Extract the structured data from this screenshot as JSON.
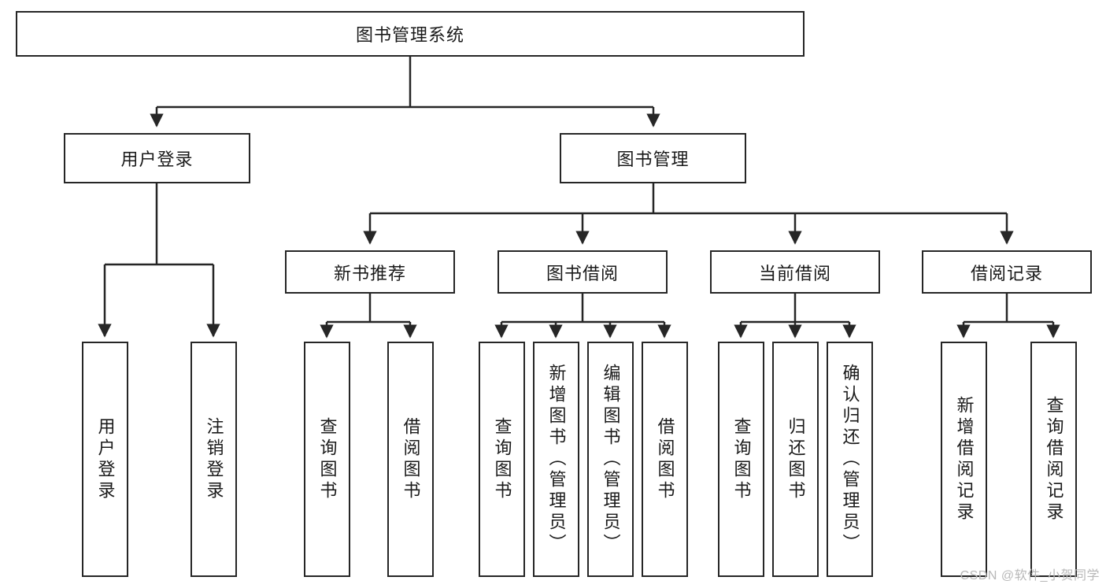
{
  "diagram": {
    "type": "tree-hierarchy-diagram",
    "title": "图书管理系统",
    "orientation": "top-down",
    "colors": {
      "box_border": "#262626",
      "box_fill": "#ffffff",
      "connector": "#262626",
      "text": "#1a1a1a",
      "watermark": "#b8b8b8",
      "background": "#ffffff"
    },
    "root": {
      "label": "图书管理系统",
      "orientation": "horizontal"
    },
    "level2": [
      {
        "id": "user-login",
        "label": "用户登录",
        "orientation": "horizontal"
      },
      {
        "id": "book-management",
        "label": "图书管理",
        "orientation": "horizontal"
      }
    ],
    "level3": [
      {
        "id": "new-book-recommend",
        "label": "新书推荐",
        "orientation": "horizontal",
        "parent": "book-management"
      },
      {
        "id": "book-borrow",
        "label": "图书借阅",
        "orientation": "horizontal",
        "parent": "book-management"
      },
      {
        "id": "current-borrow",
        "label": "当前借阅",
        "orientation": "horizontal",
        "parent": "book-management"
      },
      {
        "id": "borrow-record",
        "label": "借阅记录",
        "orientation": "horizontal",
        "parent": "book-management"
      }
    ],
    "leaves": [
      {
        "id": "leaf-user-login",
        "label": "用户登录",
        "orientation": "vertical",
        "parent": "user-login"
      },
      {
        "id": "leaf-logout",
        "label": "注销登录",
        "orientation": "vertical",
        "parent": "user-login"
      },
      {
        "id": "leaf-query-book-1",
        "label": "查询图书",
        "orientation": "vertical",
        "parent": "new-book-recommend"
      },
      {
        "id": "leaf-borrow-book-1",
        "label": "借阅图书",
        "orientation": "vertical",
        "parent": "new-book-recommend"
      },
      {
        "id": "leaf-query-book-2",
        "label": "查询图书",
        "orientation": "vertical",
        "parent": "book-borrow"
      },
      {
        "id": "leaf-add-book",
        "label": "新增图书（管理员）",
        "orientation": "vertical",
        "parent": "book-borrow"
      },
      {
        "id": "leaf-edit-book",
        "label": "编辑图书（管理员）",
        "orientation": "vertical",
        "parent": "book-borrow"
      },
      {
        "id": "leaf-borrow-book-2",
        "label": "借阅图书",
        "orientation": "vertical",
        "parent": "book-borrow"
      },
      {
        "id": "leaf-query-book-3",
        "label": "查询图书",
        "orientation": "vertical",
        "parent": "current-borrow"
      },
      {
        "id": "leaf-return-book",
        "label": "归还图书",
        "orientation": "vertical",
        "parent": "current-borrow"
      },
      {
        "id": "leaf-confirm-return",
        "label": "确认归还（管理员）",
        "orientation": "vertical",
        "parent": "current-borrow"
      },
      {
        "id": "leaf-add-record",
        "label": "新增借阅记录",
        "orientation": "vertical",
        "parent": "borrow-record"
      },
      {
        "id": "leaf-query-record",
        "label": "查询借阅记录",
        "orientation": "vertical",
        "parent": "borrow-record"
      }
    ],
    "watermark": "CSDN @软件_小贺同学"
  }
}
